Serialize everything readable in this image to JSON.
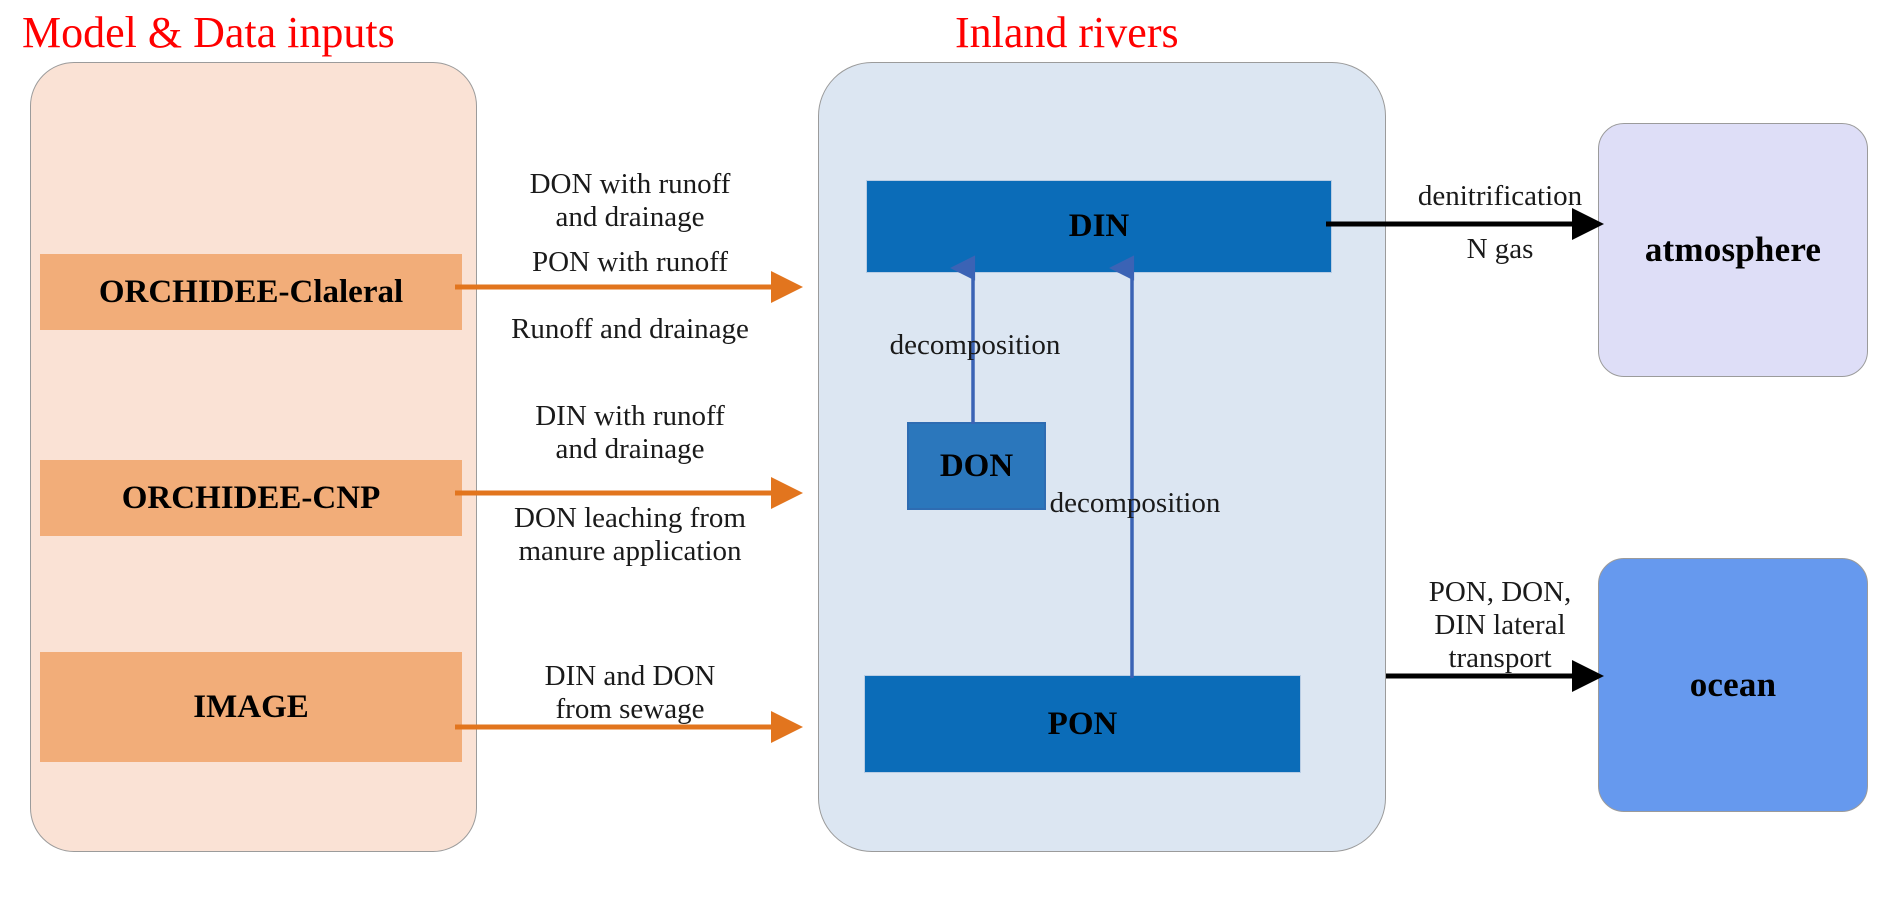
{
  "titles": {
    "inputs": "Model & Data inputs",
    "rivers": "Inland rivers"
  },
  "colors": {
    "title_red": "#FF0000",
    "panel_inputs_fill": "#FAE2D5",
    "panel_rivers_fill": "#DCE6F2",
    "model_box_fill": "#F2AD79",
    "pool_din_fill": "#0B6CB8",
    "pool_don_fill": "#2B77BC",
    "pool_pon_fill": "#0B6CB8",
    "atmosphere_fill": "#DEDEF7",
    "ocean_fill": "#6699EE",
    "orange_arrow": "#E2751E",
    "blue_arrow": "#3B63B5",
    "black_arrow": "#000000"
  },
  "inputs_panel": {
    "boxes": [
      {
        "label": "ORCHIDEE-Claleral"
      },
      {
        "label": "ORCHIDEE-CNP"
      },
      {
        "label": "IMAGE"
      }
    ]
  },
  "rivers_panel": {
    "pools": [
      {
        "label": "DIN"
      },
      {
        "label": "DON"
      },
      {
        "label": "PON"
      }
    ],
    "internal_flows": [
      {
        "label": "decomposition",
        "from": "DON",
        "to": "DIN"
      },
      {
        "label": "decomposition",
        "from": "PON",
        "to": "DIN"
      }
    ]
  },
  "terminals": [
    {
      "label": "atmosphere"
    },
    {
      "label": "ocean"
    }
  ],
  "input_flows": [
    {
      "above": "DON with runoff\nand drainage",
      "mid": "PON with runoff",
      "below": "Runoff and drainage"
    },
    {
      "above": "DIN with runoff\nand drainage",
      "below": "DON leaching from\nmanure application"
    },
    {
      "below": "DIN and DON\nfrom sewage"
    }
  ],
  "output_flows": [
    {
      "above": "denitrification",
      "below": "N gas"
    },
    {
      "label": "PON, DON,\nDIN lateral\ntransport"
    }
  ],
  "flow_label_texts": {
    "don_runoff_drainage": "DON with runoff\nand drainage",
    "pon_runoff": "PON with runoff",
    "runoff_drainage": "Runoff and drainage",
    "din_runoff_drainage": "DIN with runoff\nand drainage",
    "don_leaching": "DON leaching from\nmanure application",
    "din_don_sewage": "DIN and DON\nfrom sewage",
    "denitrification": "denitrification",
    "n_gas": "N gas",
    "lateral_transport": "PON, DON,\nDIN lateral\ntransport",
    "decomposition_don": "decomposition",
    "decomposition_pon": "decomposition"
  }
}
